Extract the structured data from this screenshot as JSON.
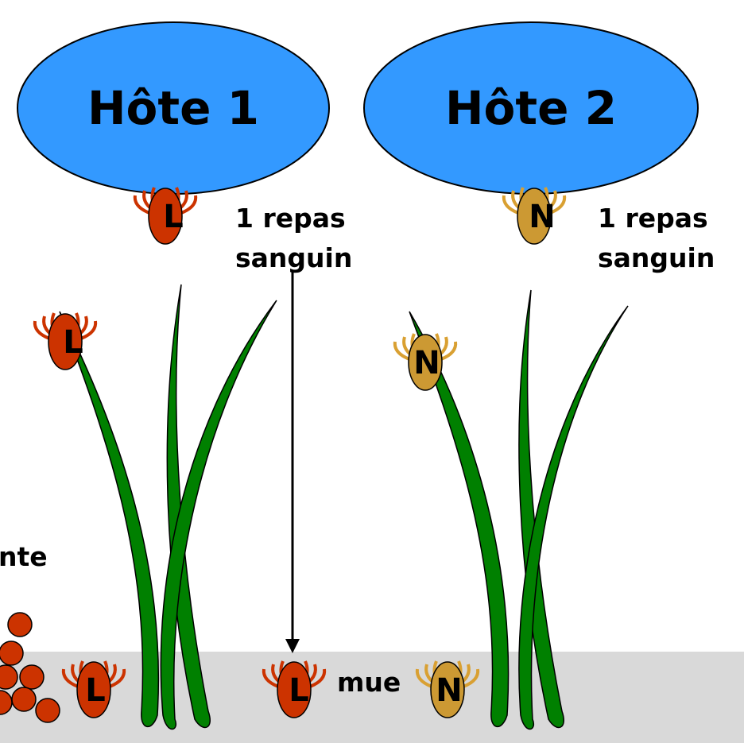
{
  "hosts": [
    {
      "label": "Hôte 1"
    },
    {
      "label": "Hôte 2"
    }
  ],
  "captions": {
    "meal1_line1": "1 repas",
    "meal1_line2": "sanguin",
    "meal2_line1": "1 repas",
    "meal2_line2": "sanguin",
    "left_partial": "nte",
    "molt": "mue"
  },
  "ticks": {
    "larva_letter": "L",
    "nymph_letter": "N"
  },
  "colors": {
    "host_fill": "#3399ff",
    "larva": "#cc3300",
    "larva_legs": "#cc3300",
    "nymph": "#cc9933",
    "nymph_legs": "#d9a032",
    "grass": "#008000",
    "ground": "#d9d9d9",
    "eggs": "#cc3300"
  }
}
